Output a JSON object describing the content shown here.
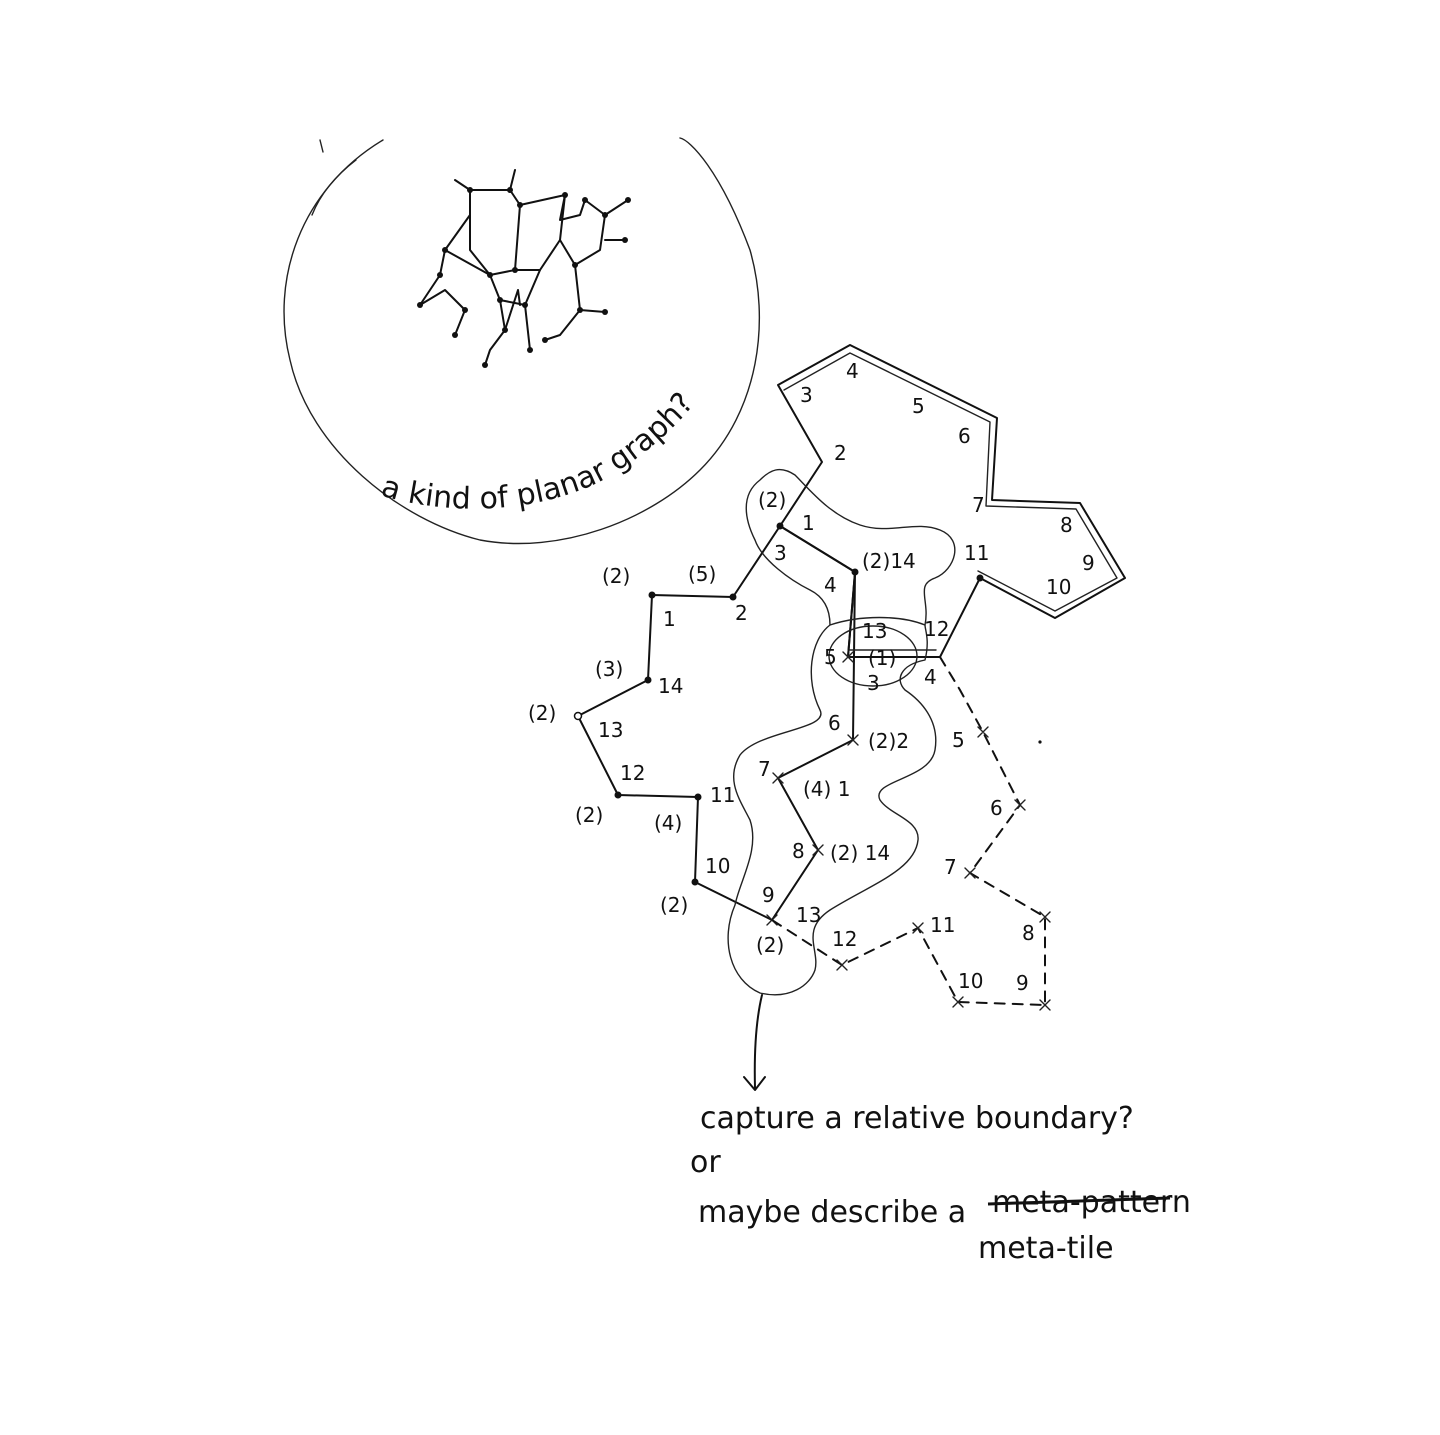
{
  "bubble": {
    "caption": "a kind of planar graph?"
  },
  "notes": {
    "line1": "capture a relative boundary?",
    "line2": "or",
    "line3": "maybe describe a",
    "struck": "meta-pattern",
    "correction": "meta-tile"
  },
  "tile_labels": {
    "t3": "3",
    "t4": "4",
    "t5": "5",
    "t6": "6",
    "t2": "2",
    "t7": "7",
    "t8": "8",
    "t9": "9",
    "t10": "10",
    "t11": "11"
  },
  "boundary_labels": {
    "p2a": "(2)",
    "p5": "(5)",
    "p2b": "(2)",
    "n1a": "1",
    "n2a": "2",
    "n14a": "14",
    "n3p": "(3)",
    "p2c": "(2)",
    "n13a": "13",
    "n12a": "12",
    "p2d": "(2)",
    "p4a": "(4)",
    "n11a": "11",
    "n10a": "10",
    "p2e": "(2)"
  },
  "loop_labels": {
    "p2top": "(2)",
    "l1": "1",
    "l3": "3",
    "l4": "4",
    "l2_14": "(2)14",
    "l13": "13",
    "l5": "5",
    "l_inner": "(1)",
    "l3b": "3",
    "l4b": "4",
    "l12": "12",
    "l6": "6",
    "l2_2": "(2)2",
    "l7": "7",
    "l4_1": "(4) 1",
    "l8": "8",
    "l2_14b": "(2) 14",
    "l9": "9",
    "l13b": "13",
    "l2bot": "(2)"
  },
  "dash_labels": {
    "d5": "5",
    "d6": "6",
    "d7": "7",
    "d8": "8",
    "d9": "9",
    "d10": "10",
    "d11": "11",
    "d12": "12"
  }
}
